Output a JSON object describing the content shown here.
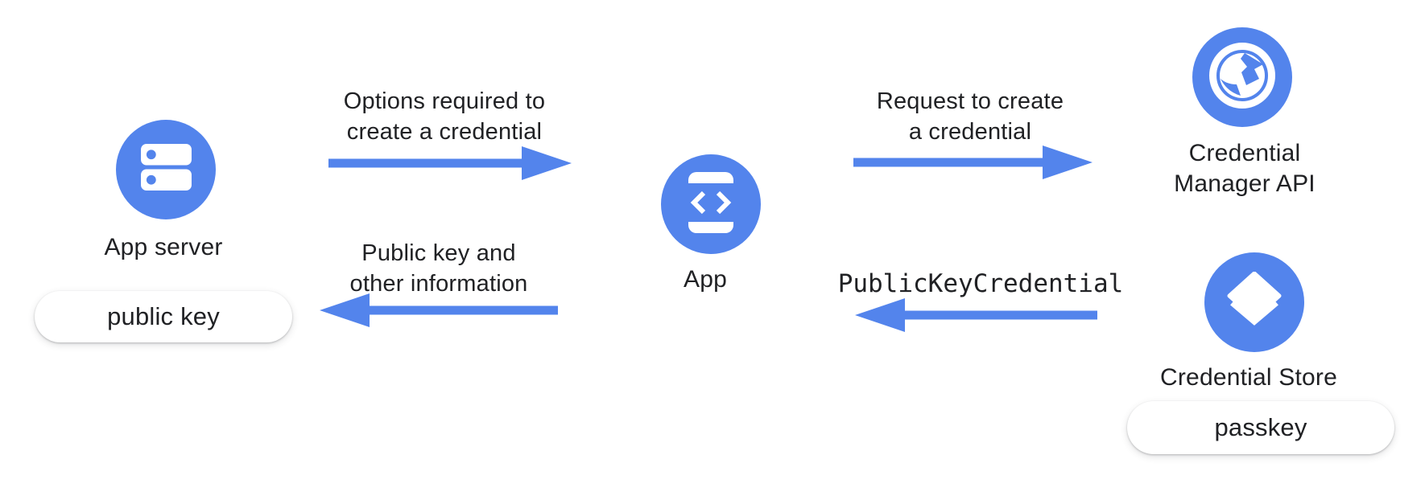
{
  "colors": {
    "accent_blue": "#5384EC",
    "text_dark": "#202124",
    "pill_bg": "#FFFFFF"
  },
  "nodes": {
    "app_server": {
      "label": "App server",
      "badge": "public key",
      "icon": "server-icon"
    },
    "app": {
      "label": "App",
      "icon": "phone-code-icon"
    },
    "credential_manager": {
      "label_line1": "Credential",
      "label_line2": "Manager API",
      "icon": "globe-icon"
    },
    "credential_store": {
      "label": "Credential Store",
      "badge": "passkey",
      "icon": "layers-icon"
    }
  },
  "flows": {
    "options": {
      "line1": "Options required to",
      "line2": "create a credential",
      "direction": "right"
    },
    "request": {
      "line1": "Request to create",
      "line2": "a credential",
      "direction": "right"
    },
    "public_key_info": {
      "line1": "Public key and",
      "line2": "other information",
      "direction": "left"
    },
    "public_key_credential": {
      "label": "PublicKeyCredential",
      "direction": "left"
    }
  }
}
